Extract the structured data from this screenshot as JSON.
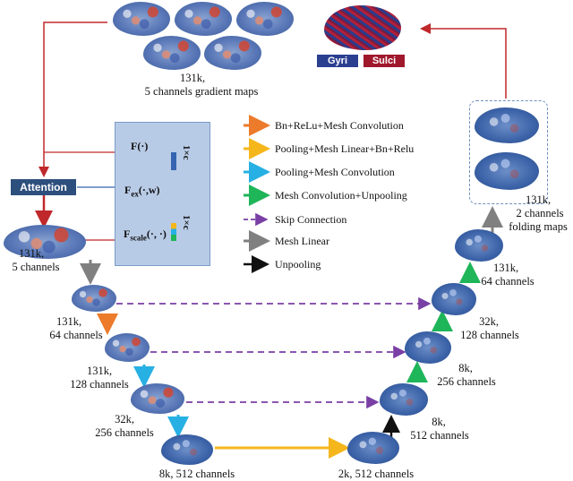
{
  "top": {
    "gradient_label_line1": "131k,",
    "gradient_label_line2": "5 channels gradient maps"
  },
  "output": {
    "gyri": "Gyri",
    "sulci": "Sulci",
    "gyri_color": "#2b3f91",
    "sulci_color": "#a0182c"
  },
  "attention": {
    "button": "Attention",
    "f_func": "F(·)",
    "f_ex": "F",
    "f_ex_sub": "ex",
    "f_ex_args": "(·,w)",
    "f_scale": "F",
    "f_scale_sub": "scale",
    "f_scale_args": "(·, ·)",
    "dim_top": "1×c",
    "dim_bottom": "1×c"
  },
  "legend": [
    {
      "label": "Bn+ReLu+Mesh Convolution",
      "color": "#ec7b2b",
      "style": "solid"
    },
    {
      "label": "Pooling+Mesh Linear+Bn+Relu",
      "color": "#f5b61c",
      "style": "solid"
    },
    {
      "label": "Pooling+Mesh Convolution",
      "color": "#27b0e3",
      "style": "solid"
    },
    {
      "label": "Mesh Convolution+Unpooling",
      "color": "#1fb559",
      "style": "solid"
    },
    {
      "label": "Skip Connection",
      "color": "#7a3fa5",
      "style": "dashed"
    },
    {
      "label": "Mesh Linear",
      "color": "#808080",
      "style": "solid"
    },
    {
      "label": "Unpooling",
      "color": "#111111",
      "style": "solid"
    }
  ],
  "left_path": {
    "input_l1": "131k,",
    "input_l2": "5 channels",
    "e1_l1": "131k,",
    "e1_l2": "64 channels",
    "e2_l1": "131k,",
    "e2_l2": "128 channels",
    "e3_l1": "32k,",
    "e3_l2": "256 channels",
    "bottom_left": "8k, 512 channels"
  },
  "right_path": {
    "bottom_right": "2k, 512 channels",
    "d1_l1": "8k,",
    "d1_l2": "512 channels",
    "d2_l1": "8k,",
    "d2_l2": "256 channels",
    "d3_l1": "32k,",
    "d3_l2": "128 channels",
    "d4_l1": "131k,",
    "d4_l2": "64 channels",
    "fold_l1": "131k,",
    "fold_l2": "2 channels",
    "fold_l3": "folding maps"
  }
}
